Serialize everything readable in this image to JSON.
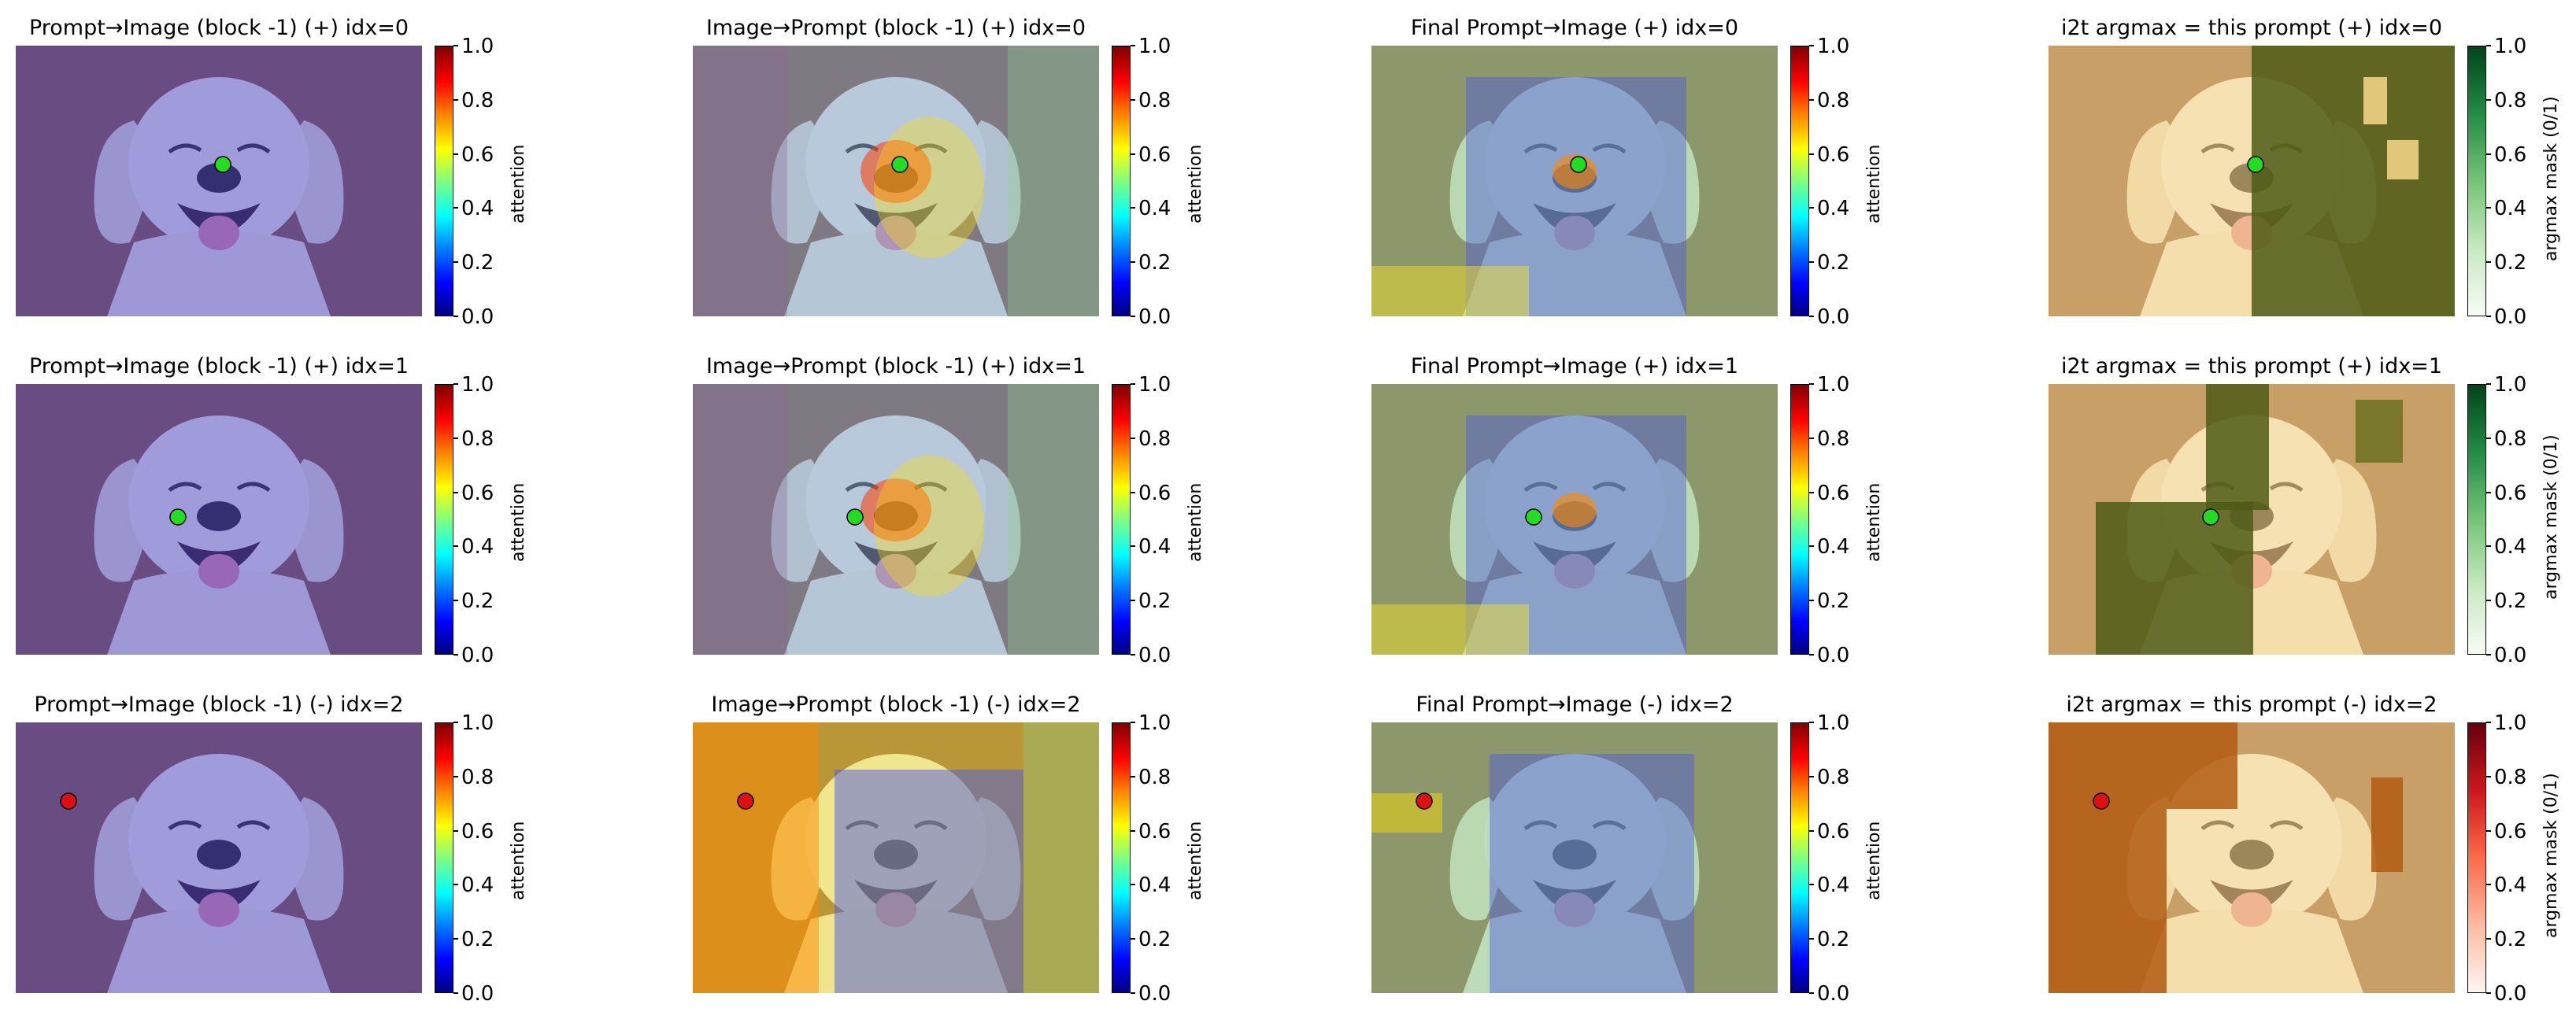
{
  "figure": {
    "columns": [
      {
        "id": "col1"
      },
      {
        "id": "col2"
      },
      {
        "id": "col3"
      },
      {
        "id": "col4"
      }
    ],
    "panels": [
      {
        "title": "Prompt→Image (block -1) (+) idx=0",
        "colorbar": "jet",
        "cbar_label": "attention",
        "point_color": "#22dd22",
        "variant": "p2i"
      },
      {
        "title": "Image→Prompt (block -1) (+) idx=0",
        "colorbar": "jet",
        "cbar_label": "attention",
        "point_color": "#22dd22",
        "variant": "i2p"
      },
      {
        "title": "Final Prompt→Image (+) idx=0",
        "colorbar": "jet",
        "cbar_label": "attention",
        "point_color": "#22dd22",
        "variant": "final"
      },
      {
        "title": "i2t argmax = this prompt (+) idx=0",
        "colorbar": "greens",
        "cbar_label": "argmax mask (0/1)",
        "point_color": "#22dd22",
        "variant": "mask_g"
      },
      {
        "title": "Prompt→Image (block -1) (+) idx=1",
        "colorbar": "jet",
        "cbar_label": "attention",
        "point_color": "#22dd22",
        "variant": "p2i"
      },
      {
        "title": "Image→Prompt (block -1) (+) idx=1",
        "colorbar": "jet",
        "cbar_label": "attention",
        "point_color": "#22dd22",
        "variant": "i2p"
      },
      {
        "title": "Final Prompt→Image (+) idx=1",
        "colorbar": "jet",
        "cbar_label": "attention",
        "point_color": "#22dd22",
        "variant": "final"
      },
      {
        "title": "i2t argmax = this prompt (+) idx=1",
        "colorbar": "greens",
        "cbar_label": "argmax mask (0/1)",
        "point_color": "#22dd22",
        "variant": "mask_g2"
      },
      {
        "title": "Prompt→Image (block -1) (-) idx=2",
        "colorbar": "jet",
        "cbar_label": "attention",
        "point_color": "#dd1111",
        "variant": "p2i"
      },
      {
        "title": "Image→Prompt (block -1) (-) idx=2",
        "colorbar": "jet",
        "cbar_label": "attention",
        "point_color": "#dd1111",
        "variant": "i2p_neg"
      },
      {
        "title": "Final Prompt→Image (-) idx=2",
        "colorbar": "jet",
        "cbar_label": "attention",
        "point_color": "#dd1111",
        "variant": "final_neg"
      },
      {
        "title": "i2t argmax = this prompt (-) idx=2",
        "colorbar": "reds",
        "cbar_label": "argmax mask (0/1)",
        "point_color": "#dd1111",
        "variant": "mask_r"
      }
    ],
    "ticks": [
      "1.0",
      "0.8",
      "0.6",
      "0.4",
      "0.2",
      "0.0"
    ],
    "colors": {
      "jet": [
        "#7f0000",
        "#ff0000",
        "#ff8000",
        "#ffff00",
        "#80ff80",
        "#00ffff",
        "#0080ff",
        "#0000ff",
        "#00007f"
      ],
      "greens": [
        "#00441b",
        "#238b45",
        "#74c476",
        "#c7e9c0",
        "#f7fcf5"
      ],
      "reds": [
        "#67000d",
        "#cb181d",
        "#fb6a4a",
        "#fcbba1",
        "#fff5f0"
      ]
    },
    "points": {
      "row1": {
        "x": 0.51,
        "y": 0.44
      },
      "row2": {
        "x": 0.4,
        "y": 0.49
      },
      "row3": {
        "x": 0.13,
        "y": 0.29
      }
    }
  }
}
